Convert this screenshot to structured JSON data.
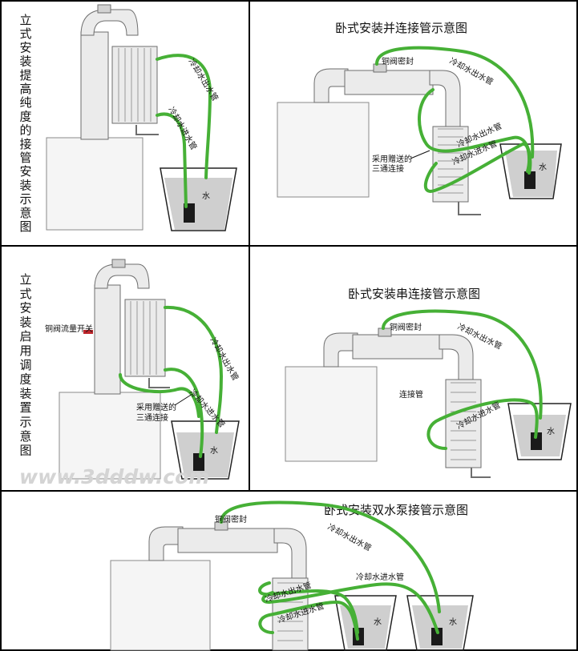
{
  "panels": {
    "p1": {
      "title_chars": [
        "立",
        "式",
        "安",
        "装",
        "提",
        "高",
        "纯",
        "度",
        "的",
        "接",
        "管",
        "安",
        "装",
        "示",
        "意",
        "图"
      ],
      "out_label": "冷却水出水管",
      "in_label": "冷却水进水管",
      "water": "水"
    },
    "p2": {
      "title": "卧式安装并连接管示意图",
      "seal": "铜阀密封",
      "out_label": "冷却水出水管",
      "in_label": "冷却水进水管",
      "tee_line1": "采用赠送的",
      "tee_line2": "三通连接",
      "water": "水"
    },
    "p3": {
      "title_chars": [
        "立",
        "式",
        "安",
        "装",
        "启",
        "用",
        "调",
        "度",
        "装",
        "置",
        "示",
        "意",
        "图"
      ],
      "valve": "铜阀流量开关",
      "out_label": "冷却水出水管",
      "in_label": "冷却水进水管",
      "tee_line1": "采用赠送的",
      "tee_line2": "三通连接",
      "water": "水",
      "watermark": "www.3dddw.com"
    },
    "p4": {
      "title": "卧式安装串连接管示意图",
      "seal": "铜阀密封",
      "out_label": "冷却水出水管",
      "in_label": "冷却水进水管",
      "connector": "连接管",
      "water": "水"
    },
    "p5": {
      "title": "卧式安装双水泵接管示意图",
      "seal": "铜阀密封",
      "out_label": "冷却水出水管",
      "in_label": "冷却水进水管",
      "out_label2": "冷却水出水管",
      "in_label2": "冷却水进水管",
      "water1": "水",
      "water2": "水"
    }
  },
  "colors": {
    "pipe": "#46b036",
    "frame": "#000000",
    "water": "#cfcfcf",
    "valve": "#c0272d"
  }
}
